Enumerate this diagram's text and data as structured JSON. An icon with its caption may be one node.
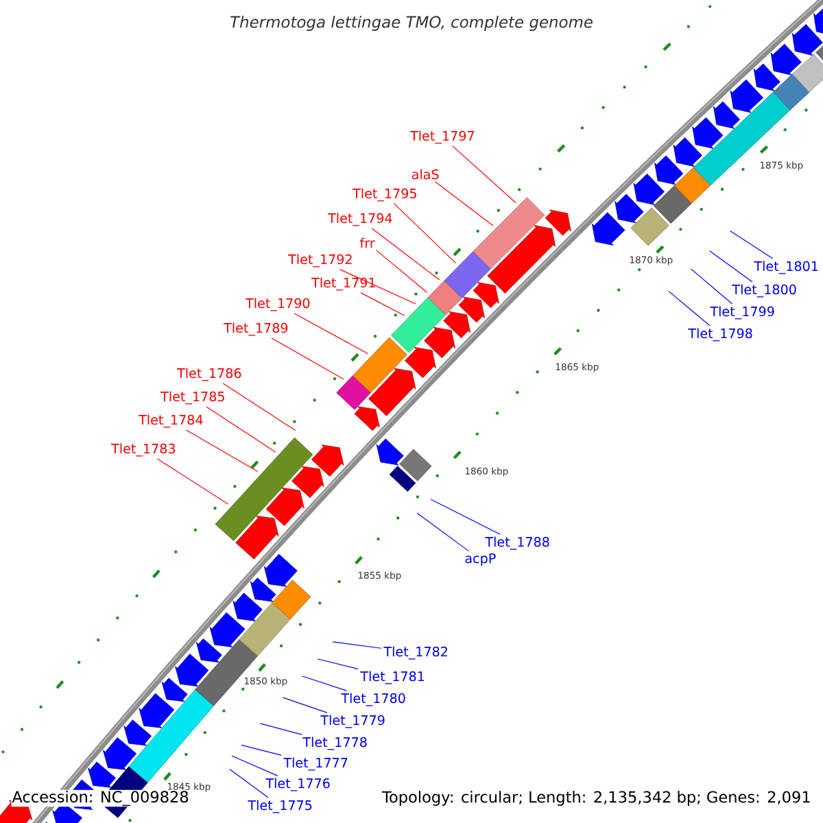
{
  "diagram": {
    "title": "Thermotoga lettingae TMO, complete genome",
    "nodes": [
      {
        "text": [
          "Tlet_1797"
        ]
      },
      {
        "text": [
          "alaS"
        ]
      },
      {
        "text": [
          "Tlet_1795"
        ]
      },
      {
        "text": [
          "Tlet_1794"
        ]
      },
      {
        "text": [
          "frr"
        ]
      },
      {
        "text": [
          "Tlet_1792"
        ]
      },
      {
        "text": [
          "Tlet_1791"
        ]
      },
      {
        "text": [
          "Tlet_1790"
        ]
      },
      {
        "text": [
          "Tlet_1789"
        ]
      },
      {
        "text": [
          "Tlet_1786"
        ]
      },
      {
        "text": [
          "Tlet_1785"
        ]
      },
      {
        "text": [
          "Tlet_1784"
        ]
      },
      {
        "text": [
          "Tlet_1783"
        ]
      },
      {
        "text": [
          "Tlet_1801"
        ]
      },
      {
        "text": [
          "Tlet_1800"
        ]
      },
      {
        "text": [
          "Tlet_1799"
        ]
      },
      {
        "text": [
          "Tlet_1798"
        ]
      },
      {
        "text": [
          "Tlet_1788"
        ]
      },
      {
        "text": [
          "acpP"
        ]
      },
      {
        "text": [
          "Tlet_1782"
        ]
      },
      {
        "text": [
          "Tlet_1781"
        ]
      },
      {
        "text": [
          "Tlet_1780"
        ]
      },
      {
        "text": [
          "Tlet_1779"
        ]
      },
      {
        "text": [
          "Tlet_1778"
        ]
      },
      {
        "text": [
          "Tlet_1777"
        ]
      },
      {
        "text": [
          "Tlet_1776"
        ]
      },
      {
        "text": [
          "Tlet_1775"
        ]
      }
    ],
    "edges": [
      {
        "from": 0,
        "to": null,
        "arrow": "none",
        "color": "#ff0000"
      },
      {
        "from": 1,
        "to": null,
        "arrow": "none",
        "color": "#ff0000"
      },
      {
        "from": 2,
        "to": null,
        "arrow": "none",
        "color": "#ff0000"
      },
      {
        "from": 3,
        "to": null,
        "arrow": "none",
        "color": "#ff0000"
      },
      {
        "from": 4,
        "to": null,
        "arrow": "none",
        "color": "#ff0000"
      },
      {
        "from": 5,
        "to": null,
        "arrow": "none",
        "color": "#ff0000"
      },
      {
        "from": 6,
        "to": null,
        "arrow": "none",
        "color": "#ff0000"
      },
      {
        "from": 7,
        "to": null,
        "arrow": "none",
        "color": "#ff0000"
      },
      {
        "from": 8,
        "to": null,
        "arrow": "none",
        "color": "#ff0000"
      },
      {
        "from": 9,
        "to": null,
        "arrow": "none",
        "color": "#ff0000"
      },
      {
        "from": 10,
        "to": null,
        "arrow": "none",
        "color": "#ff0000"
      },
      {
        "from": 11,
        "to": null,
        "arrow": "none",
        "color": "#ff0000"
      },
      {
        "from": 12,
        "to": null,
        "arrow": "none",
        "color": "#ff0000"
      },
      {
        "from": 13,
        "to": null,
        "arrow": "none"
      },
      {
        "from": 14,
        "to": null,
        "arrow": "none"
      },
      {
        "from": 15,
        "to": null,
        "arrow": "none"
      },
      {
        "from": 16,
        "to": null,
        "arrow": "none"
      },
      {
        "from": 17,
        "to": null,
        "arrow": "none"
      },
      {
        "from": 18,
        "to": null,
        "arrow": "none"
      },
      {
        "from": 19,
        "to": null,
        "arrow": "none"
      },
      {
        "from": 20,
        "to": null,
        "arrow": "none"
      },
      {
        "from": 21,
        "to": null,
        "arrow": "none"
      },
      {
        "from": 22,
        "to": null,
        "arrow": "none"
      },
      {
        "from": 23,
        "to": null,
        "arrow": "none"
      },
      {
        "from": 24,
        "to": null,
        "arrow": "none"
      },
      {
        "from": 25,
        "to": null,
        "arrow": "none"
      },
      {
        "from": 26,
        "to": null,
        "arrow": "none"
      }
    ],
    "labels": [
      "1875 kbp",
      "1870 kbp",
      "1865 kbp",
      "1860 kbp",
      "1855 kbp",
      "1850 kbp",
      "1845 kbp",
      "Accession: NC_009828",
      "Topology: circular; Length: 2,135,342 bp; Genes: 2,091"
    ]
  }
}
